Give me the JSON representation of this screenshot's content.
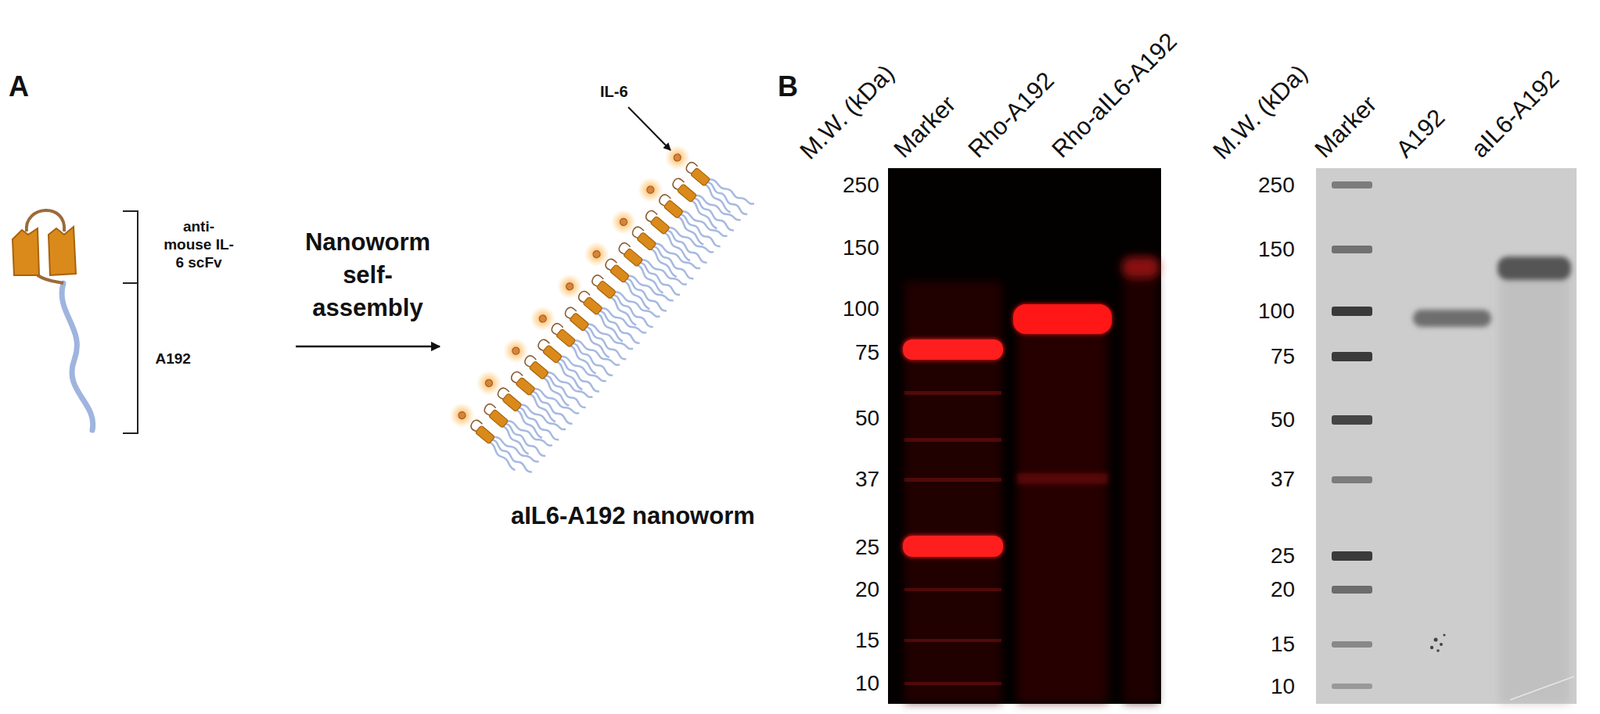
{
  "diagram": {
    "labels": [
      "A",
      "anti- mouse IL-6 scFv",
      "A192",
      "Nanoworm self- assembly",
      "IL-6",
      "aIL6-A192 nanoworm",
      "B",
      "M.W. (kDa)",
      "Marker",
      "Rho-A192",
      "Rho-aIL6-A192",
      "250",
      "150",
      "100",
      "75",
      "50",
      "37",
      "25",
      "20",
      "15",
      "10",
      "M.W. (kDa)",
      "Marker",
      "A192",
      "aIL6-A192",
      "250",
      "150",
      "100",
      "75",
      "50",
      "37",
      "25",
      "20",
      "15",
      "10"
    ]
  }
}
